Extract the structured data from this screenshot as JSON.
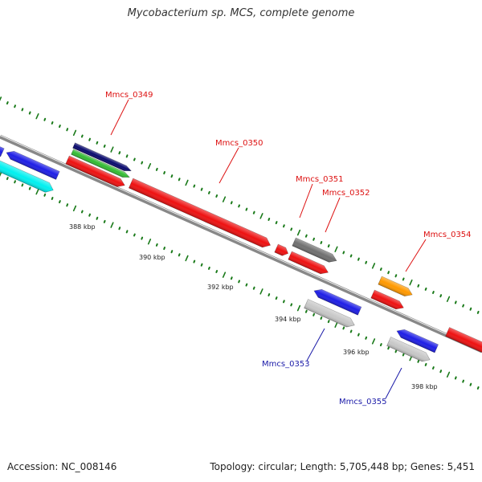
{
  "title": "Mycobacterium sp. MCS, complete genome",
  "accession": "Accession: NC_008146",
  "topology": "Topology: circular; Length: 5,705,448 bp; Genes: 5,451",
  "colors": {
    "backbone": "#888888",
    "tick_dots": "#1a7a1a",
    "label_forward": "#dd1111",
    "label_reverse": "#1a1aa8",
    "gene_red": "#ee1111",
    "gene_blue": "#1e1ee6",
    "gene_navy": "#0a0a6e",
    "gene_green": "#33bb33",
    "gene_cyan": "#00f0f0",
    "gene_silver": "#c8c8c8",
    "gene_gray": "#707070",
    "gene_orange": "#ff9900"
  },
  "scale": {
    "ticks": [
      "388 kbp",
      "390 kbp",
      "392 kbp",
      "394 kbp",
      "396 kbp",
      "398 kbp"
    ]
  },
  "labels": {
    "mmcs_0349": "Mmcs_0349",
    "mmcs_0350": "Mmcs_0350",
    "mmcs_0351": "Mmcs_0351",
    "mmcs_0352": "Mmcs_0352",
    "mmcs_0353": "Mmcs_0353",
    "mmcs_0354": "Mmcs_0354",
    "mmcs_0355": "Mmcs_0355"
  }
}
